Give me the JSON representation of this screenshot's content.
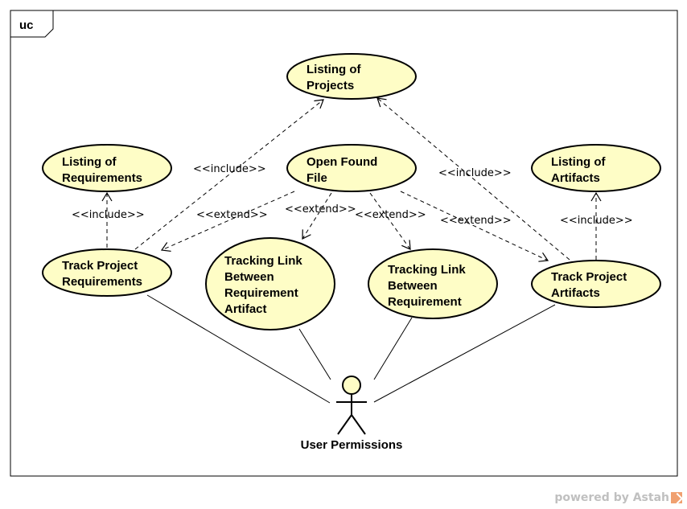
{
  "frame": {
    "label": "uc"
  },
  "actor": {
    "label": "User Permissions"
  },
  "use_cases": {
    "listing_projects": [
      "Listing of",
      "Projects"
    ],
    "listing_requirements": [
      "Listing of",
      "Requirements"
    ],
    "open_found_file": [
      "Open Found",
      "File"
    ],
    "listing_artifacts": [
      "Listing of",
      "Artifacts"
    ],
    "track_project_requirements": [
      "Track Project",
      "Requirements"
    ],
    "tracking_link_req_artifact": [
      "Tracking Link",
      "Between",
      "Requirement",
      "Artifact"
    ],
    "tracking_link_req": [
      "Tracking Link",
      "Between",
      "Requirement"
    ],
    "track_project_artifacts": [
      "Track Project",
      "Artifacts"
    ]
  },
  "stereotypes": {
    "include": "<<include>>",
    "extend": "<<extend>>"
  },
  "colors": {
    "use_case_fill": "#fefdc6",
    "stroke": "#000000",
    "watermark_text": "#c0c0c0",
    "watermark_logo": "#f0a070"
  },
  "watermark": {
    "text": "powered by Astah"
  }
}
